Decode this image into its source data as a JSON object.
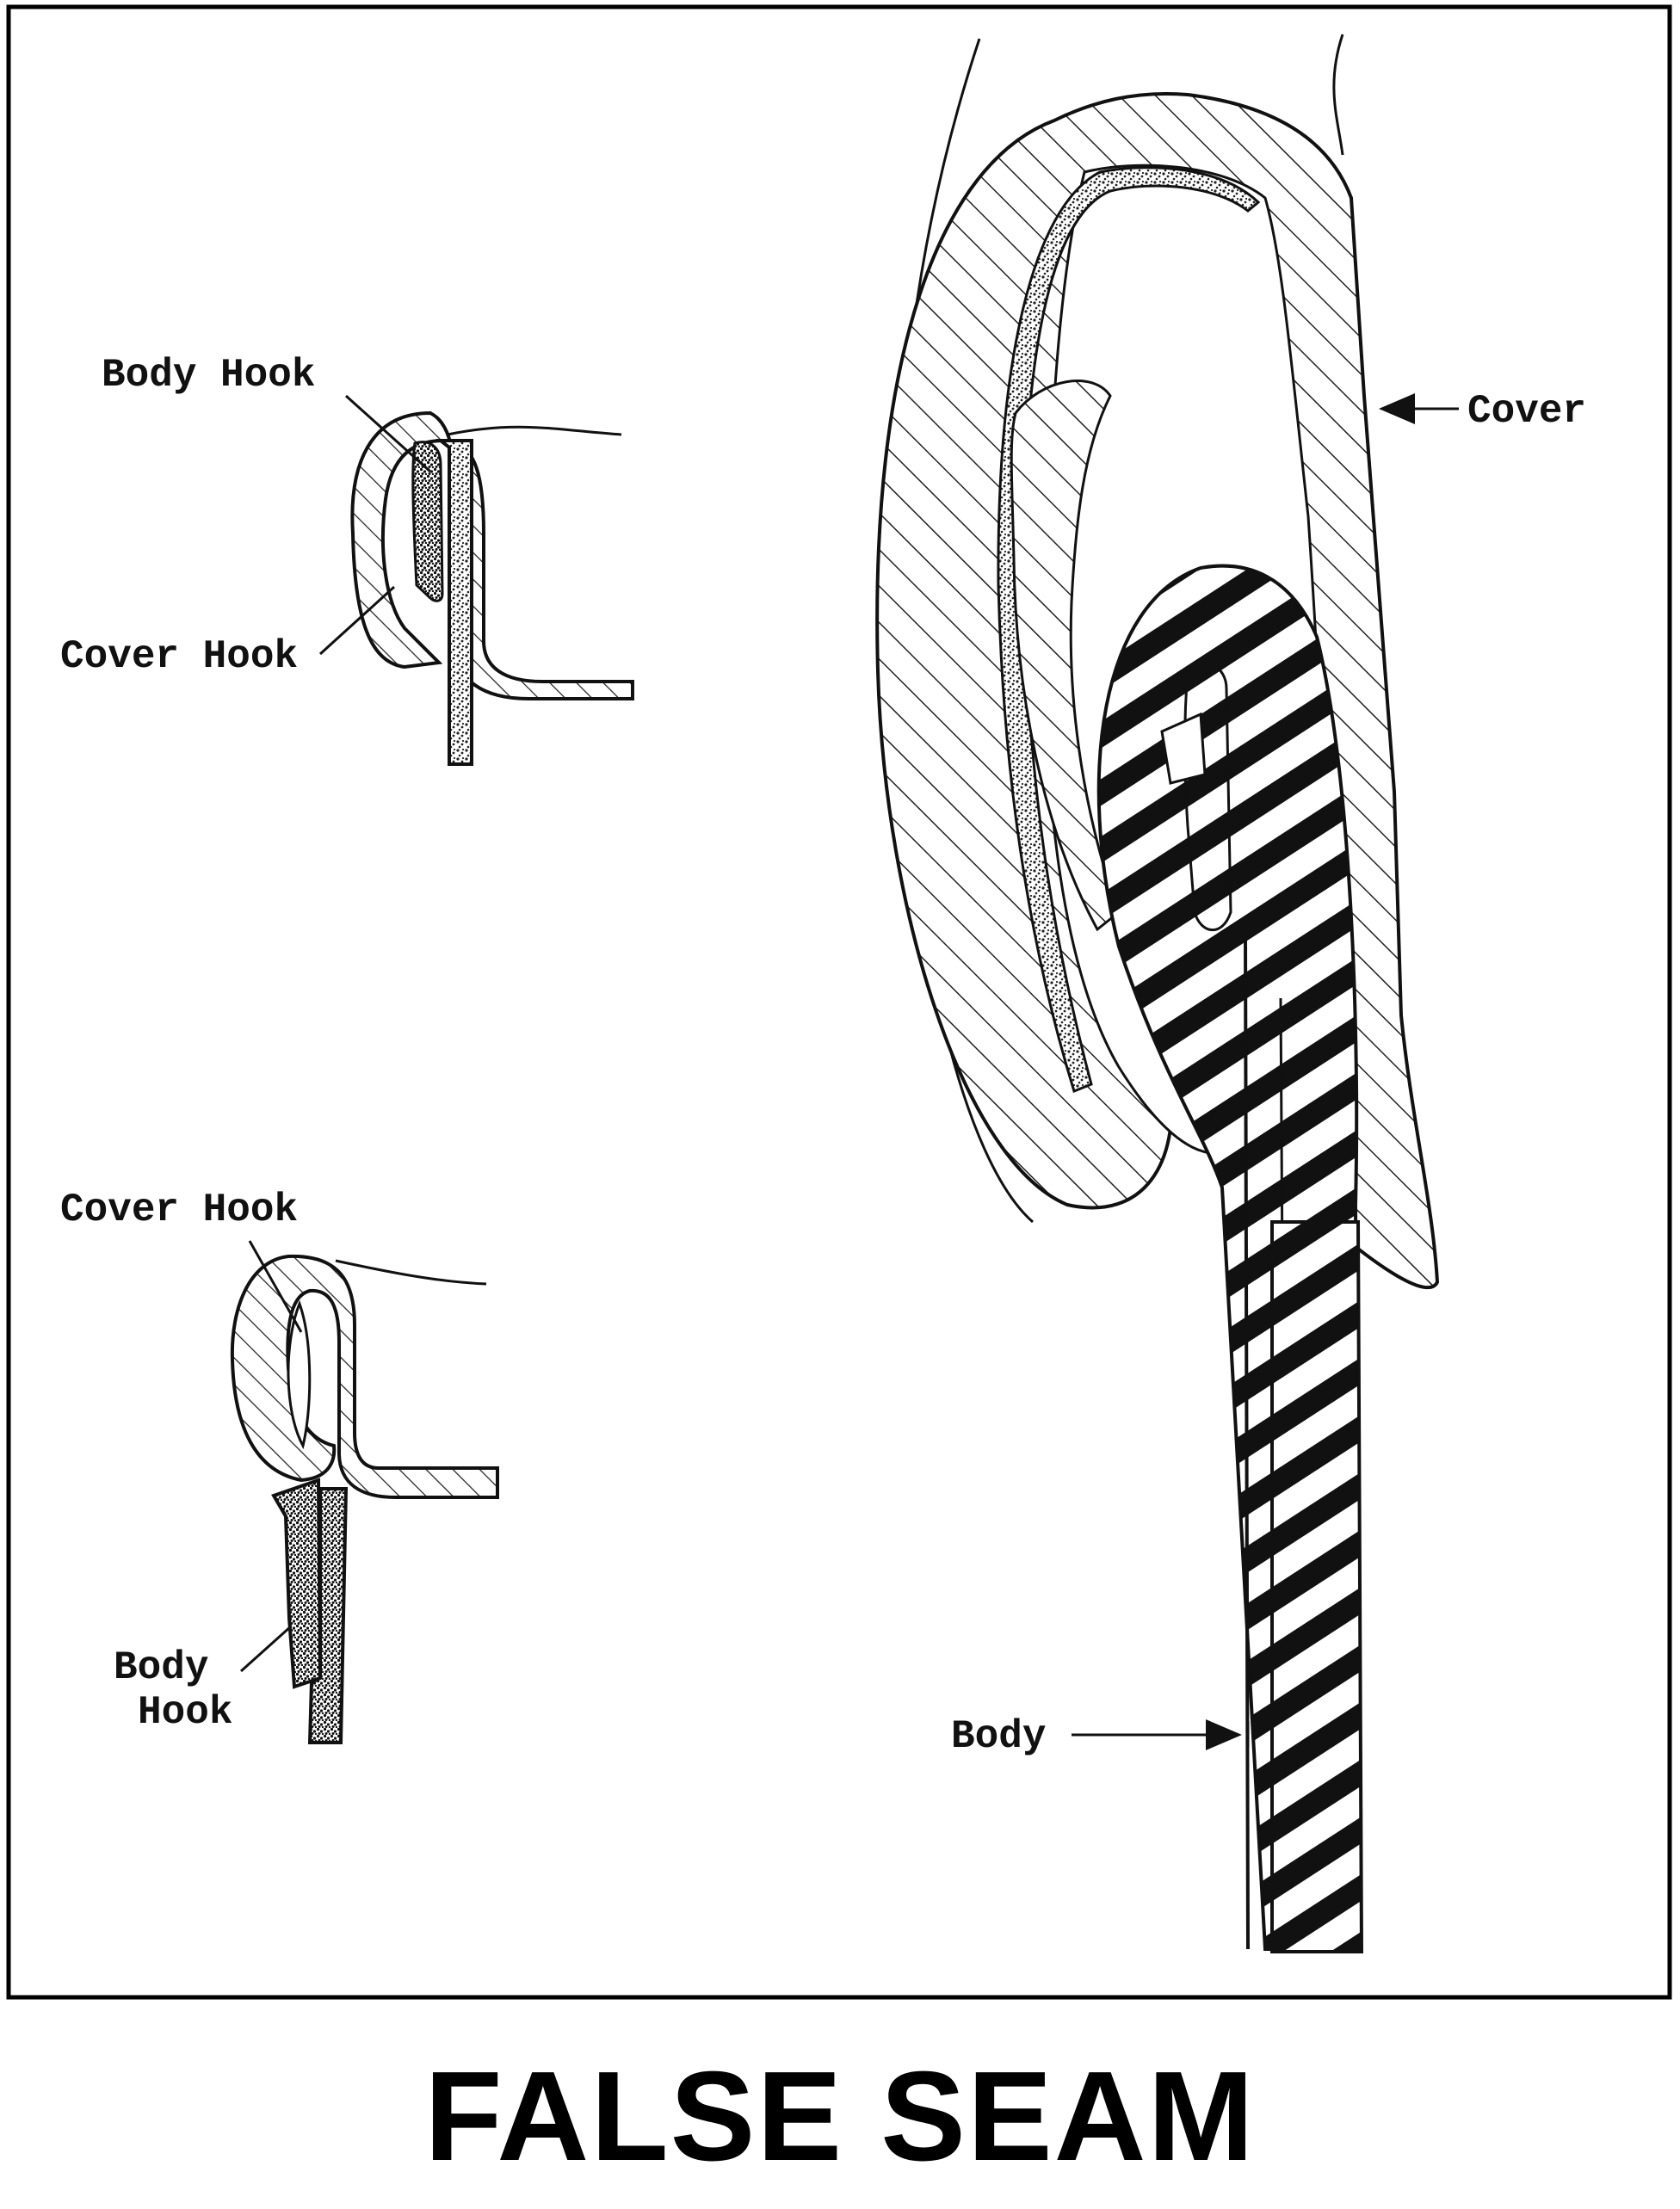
{
  "diagram": {
    "title": "FALSE SEAM",
    "top_left_labels": {
      "body_hook": "Body Hook",
      "cover_hook": "Cover Hook"
    },
    "bottom_left_labels": {
      "cover_hook": "Cover Hook",
      "body_hook_line1": "Body",
      "body_hook_line2": "Hook"
    },
    "right_labels": {
      "cover": "Cover",
      "body": "Body"
    }
  }
}
